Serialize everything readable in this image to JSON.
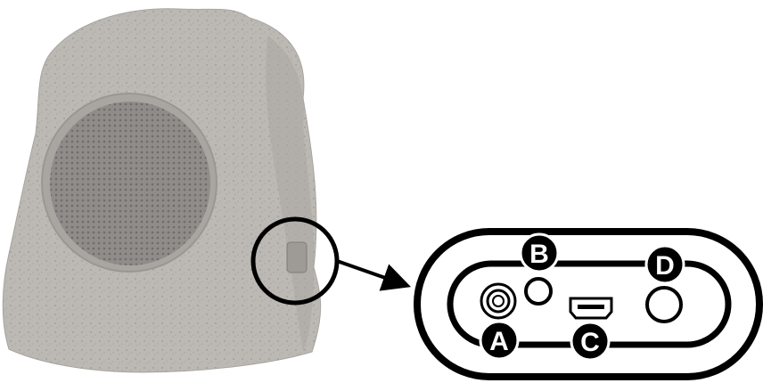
{
  "figure": {
    "subject": "rock-speaker",
    "callout": "port-panel-detail"
  },
  "port_labels": {
    "a": "A",
    "b": "B",
    "c": "C",
    "d": "D"
  },
  "colors": {
    "rock_fill": "#b9b6b1",
    "rock_shadow": "#9f9c97",
    "grille_fill": "#8a8784",
    "outline": "#000000",
    "background": "#ffffff"
  },
  "icons": {
    "speaker_grille": "circular-mesh-grille",
    "aux_port": "audio-jack-icon",
    "led": "indicator-light-icon",
    "usb_port": "micro-usb-icon",
    "button": "power-button-icon",
    "arrow": "arrow-right-icon"
  }
}
